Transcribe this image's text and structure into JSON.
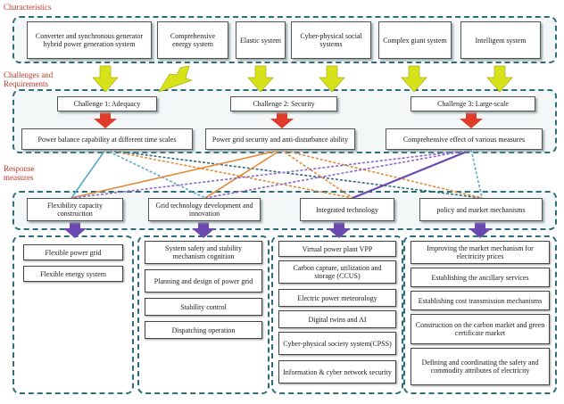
{
  "sections": {
    "characteristics": "Characteristics",
    "challenges_l1": "Challenges and",
    "challenges_l2": "Requirements",
    "response_l1": "Response",
    "response_l2": "measures"
  },
  "characteristics": [
    "Converter and synchronous generator hybrid power generation system",
    "Comprehensive energy system",
    "Elastic system",
    "Cyber-physical social systems",
    "Complex giant system",
    "Intelligent system"
  ],
  "challenges": [
    {
      "title": "Challenge 1: Adequacy",
      "desc": "Power balance capability at different time scales"
    },
    {
      "title": "Challenge 2: Security",
      "desc": "Power grid security and anti-disturbance ability"
    },
    {
      "title": "Challenge 3: Large-scale",
      "desc": "Comprehensive effect of various measures"
    }
  ],
  "measures": [
    "Flexibility capacity construction",
    "Grid technology development and innovation",
    "Integrated technology",
    "policy and market mechanisms"
  ],
  "columns": [
    [
      "Flexible power grid",
      "Flexible energy system"
    ],
    [
      "System safety and stability mechanism cognition",
      "Planning and design of power grid",
      "Stability control",
      "Dispatching operation"
    ],
    [
      "Virtual power plant VPP",
      "Carbon capture, utilization and storage (CCUS)",
      "Electric power meteorology",
      "Digital twins and AI",
      "Cyber-physical society system(CPSS)",
      "Information & cyber network security"
    ],
    [
      "Improving the market mechanism for electricity prices",
      "Establishing the ancillary services",
      "Establishing cost transmission mechanisms",
      "Construction on the carbon market and green certificate market",
      "Defining and coordinating the safety and commodity attributes of electricity"
    ]
  ],
  "colors": {
    "frame": "#2e6d79",
    "section_label": "#c0392b",
    "yellow_arrow": "#d8e21a",
    "red_arrow": "#e03a2a",
    "purple_arrow": "#6a4ab0"
  }
}
